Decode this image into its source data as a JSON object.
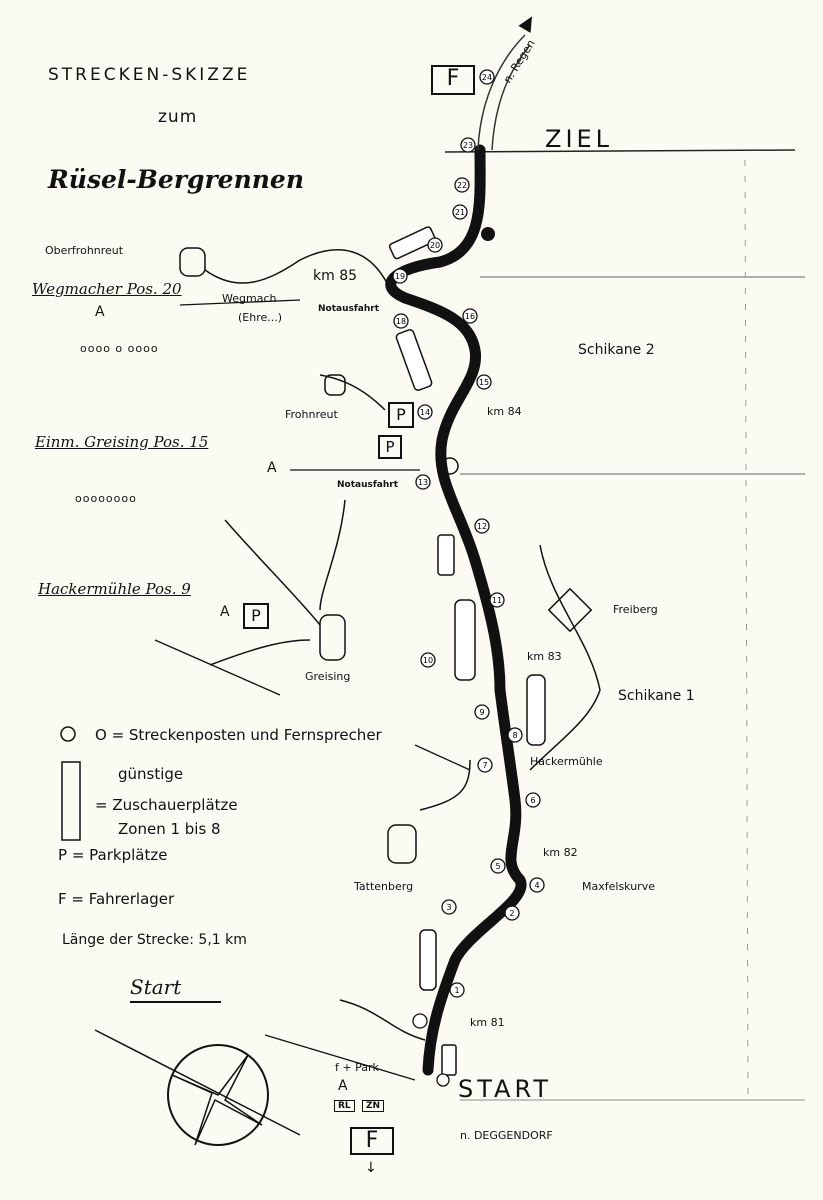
{
  "title": {
    "line1": "STRECKEN-SKIZZE",
    "line2": "zum",
    "line3": "Rüsel-Bergrennen"
  },
  "finish": {
    "label": "ZIEL",
    "direction": "n. Regen",
    "paddock": "F"
  },
  "start": {
    "label": "START",
    "direction": "n. DEGGENDORF",
    "paddock": "F",
    "group_label": "Start",
    "park": "f + Park",
    "rl": "RL",
    "zn": "ZN"
  },
  "places": {
    "oberfrohnreut": "Oberfrohnreut",
    "wegmacher": "Wegmacher Pos. 20",
    "wegmach": "Wegmach",
    "ehre": "(Ehre...)",
    "frohnreut": "Frohnreut",
    "greising_pos": "Einm. Greising Pos. 15",
    "hackermuehle_pos": "Hackermühle Pos. 9",
    "greising": "Greising",
    "freiberg": "Freiberg",
    "hackermuehle": "Hackermühle",
    "tattenberg": "Tattenberg",
    "maxfelskurve": "Maxfelskurve",
    "schikane2": "Schikane 2",
    "schikane1": "Schikane 1",
    "notausfahrt": "Notausfahrt"
  },
  "km_markers": [
    "km 85",
    "km 84",
    "km 83",
    "km 82",
    "km 81"
  ],
  "posts": [
    "24",
    "23",
    "22",
    "21",
    "20",
    "19",
    "18",
    "16",
    "15",
    "14",
    "13",
    "12",
    "11",
    "10",
    "9",
    "8",
    "7",
    "6",
    "5",
    "4",
    "3",
    "2",
    "1"
  ],
  "legend": {
    "posts": "O = Streckenposten und Fernsprecher",
    "zones1": "günstige",
    "zones2": "= Zuschauerplätze",
    "zones3": "Zonen 1 bis 8",
    "parking": "P = Parkplätze",
    "paddock": "F = Fahrerlager",
    "length": "Länge der Strecke: 5,1 km"
  },
  "symbols": {
    "parking": "P",
    "ambulance": "A",
    "posts_row": "oooo o oooo",
    "posts_row2": "oooooooo"
  }
}
